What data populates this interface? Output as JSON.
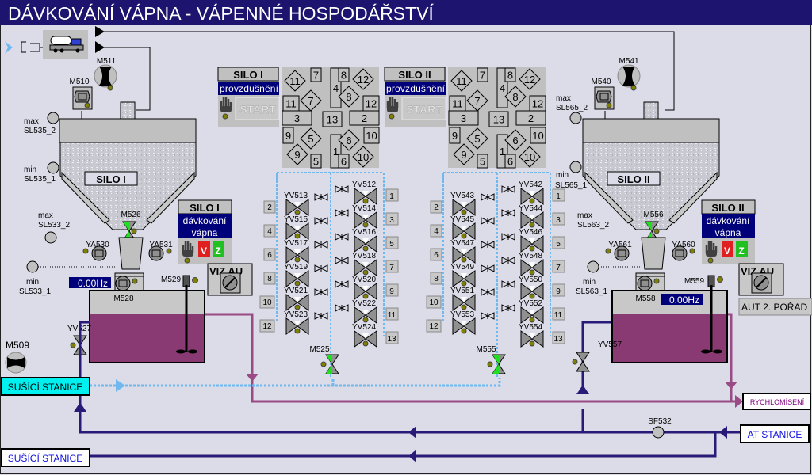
{
  "title": "DÁVKOVÁNÍ VÁPNA - VÁPENNÉ HOSPODÁŘSTVÍ",
  "colors": {
    "title_bg": "#1c146e",
    "background": "#dcdce8",
    "liquid": "#8a3a72",
    "pipe_water": "#2a1a78",
    "pipe_mix": "#9a4a84",
    "pipe_air": "#70b8f0",
    "active_green": "#20e020",
    "indicator": "#808000",
    "panel_blue": "#00007a",
    "cyan_box": "#00f0f0"
  },
  "silo1": {
    "label": "SILO I",
    "motor_top": "M511",
    "motor_filter": "M510",
    "sensor_max": {
      "label": "max",
      "tag": "SL535_2"
    },
    "sensor_min": {
      "label": "min",
      "tag": "SL535_1"
    },
    "outlet_valve": "M526",
    "vibrator_left": "YA530",
    "vibrator_right": "YA531",
    "tank_sensor_max": {
      "label": "max",
      "tag": "SL533_2"
    },
    "tank_sensor_min": {
      "label": "min",
      "tag": "SL533_1"
    },
    "feeder": "M528",
    "frequency": "0.00Hz",
    "agitator": "M529",
    "inlet_valve": "YV527",
    "aeration_panel": {
      "title": "SILO I",
      "subtitle": "provzdušnění",
      "start": "START"
    },
    "dosing_panel": {
      "title": "SILO I",
      "line1": "dávkování",
      "line2": "vápna",
      "btn_v": "V",
      "btn_z": "Z"
    },
    "viz_au": "VIZ AU",
    "air_valve": "M525",
    "valves_left": [
      "YV513",
      "YV515",
      "YV517",
      "YV519",
      "YV521",
      "YV523"
    ],
    "valves_right": [
      "YV512",
      "YV514",
      "YV516",
      "YV518",
      "YV520",
      "YV522",
      "YV524"
    ],
    "numbers_left": [
      "2",
      "4",
      "6",
      "8",
      "10",
      "12"
    ],
    "numbers_right": [
      "1",
      "3",
      "5",
      "7",
      "9",
      "11",
      "13"
    ]
  },
  "silo2": {
    "label": "SILO II",
    "motor_top": "M541",
    "motor_filter": "M540",
    "sensor_max": {
      "label": "max",
      "tag": "SL565_2"
    },
    "sensor_min": {
      "label": "min",
      "tag": "SL565_1"
    },
    "outlet_valve": "M556",
    "vibrator_left": "YA561",
    "vibrator_right": "YA560",
    "tank_sensor_max": {
      "label": "max",
      "tag": "SL563_2"
    },
    "tank_sensor_min": {
      "label": "min",
      "tag": "SL563_1"
    },
    "feeder": "M558",
    "frequency": "0.00Hz",
    "agitator": "M559",
    "inlet_valve": "YV557",
    "aeration_panel": {
      "title": "SILO II",
      "subtitle": "provzdušnění",
      "start": "START"
    },
    "dosing_panel": {
      "title": "SILO II",
      "line1": "dávkování",
      "line2": "vápna",
      "btn_v": "V",
      "btn_z": "Z"
    },
    "viz_au": "VIZ AU",
    "air_valve": "M555",
    "valves_left": [
      "YV543",
      "YV545",
      "YV547",
      "YV549",
      "YV551",
      "YV553"
    ],
    "valves_right": [
      "YV542",
      "YV544",
      "YV546",
      "YV548",
      "YV550",
      "YV552",
      "YV554"
    ],
    "numbers_left": [
      "2",
      "4",
      "6",
      "8",
      "10",
      "12"
    ],
    "numbers_right": [
      "1",
      "3",
      "5",
      "7",
      "9",
      "11",
      "13"
    ]
  },
  "diverter_labels": [
    "7",
    "4",
    "8",
    "11",
    "7",
    "12",
    "8",
    "11",
    "12",
    "3",
    "13",
    "2",
    "9",
    "10",
    "5",
    "9",
    "1",
    "5",
    "6",
    "6",
    "10"
  ],
  "blower": "M509",
  "flow_sensor": "SF532",
  "aut_button": "AUT 2. POŘAD",
  "destinations": {
    "drying_station_air": "SUŠÍCÍ STANICE",
    "drying_station_water": "SUŠÍCÍ STANICE",
    "rapid_mixing": "RYCHLOMÍSENÍ",
    "at_station": "AT STANICE"
  },
  "icons": {
    "truck": "truck-icon",
    "motor": "motor-icon",
    "hand": "hand-icon",
    "valve": "valve-icon",
    "switch": "rotary-switch-icon"
  }
}
